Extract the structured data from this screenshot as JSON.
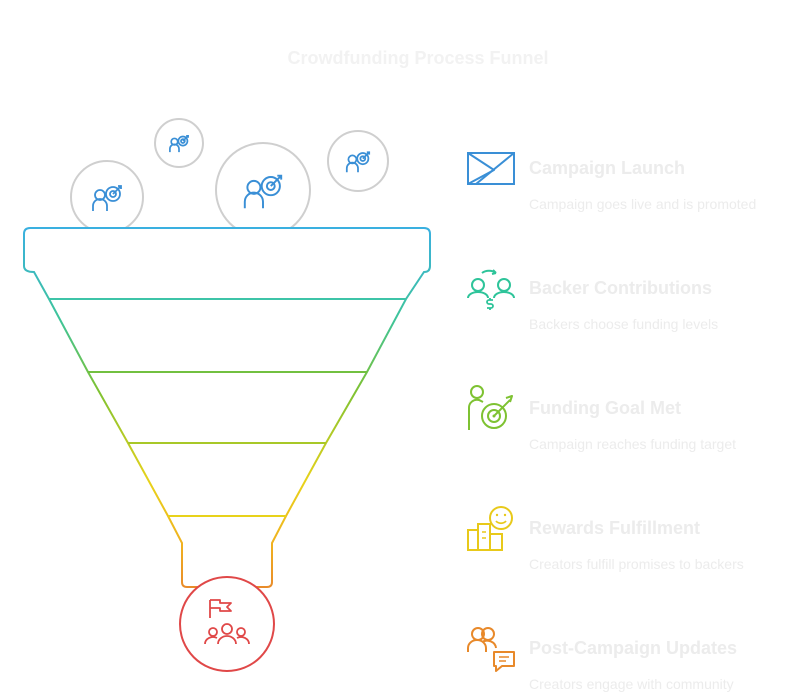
{
  "title": "Crowdfunding Process Funnel",
  "colors": {
    "blue": "#3a8fd6",
    "teal": "#2ec49a",
    "green": "#7ec232",
    "yellow": "#e8c91a",
    "orange": "#e8892a",
    "red": "#e04848",
    "bubble": "#c8c8c8"
  },
  "steps": [
    {
      "title": "Campaign Launch",
      "description": "Campaign goes live and is promoted",
      "icon": "megaphone-triangle-icon",
      "color": "#3a8fd6"
    },
    {
      "title": "Backer Contributions",
      "description": "Backers choose funding levels",
      "icon": "people-exchange-money-icon",
      "color": "#2ec49a"
    },
    {
      "title": "Funding Goal Met",
      "description": "Campaign reaches funding target",
      "icon": "person-target-icon",
      "color": "#7ec232"
    },
    {
      "title": "Rewards Fulfillment",
      "description": "Creators fulfill promises to backers",
      "icon": "smile-podium-icon",
      "color": "#e8c91a"
    },
    {
      "title": "Post-Campaign Updates",
      "description": "Creators engage with community",
      "icon": "people-chat-icon",
      "color": "#e8892a"
    }
  ],
  "funnel_inputs": [
    {
      "icon": "person-target-icon"
    },
    {
      "icon": "person-target-icon"
    },
    {
      "icon": "person-target-icon"
    },
    {
      "icon": "person-target-icon"
    }
  ],
  "funnel_output": {
    "icon": "team-flag-icon"
  }
}
